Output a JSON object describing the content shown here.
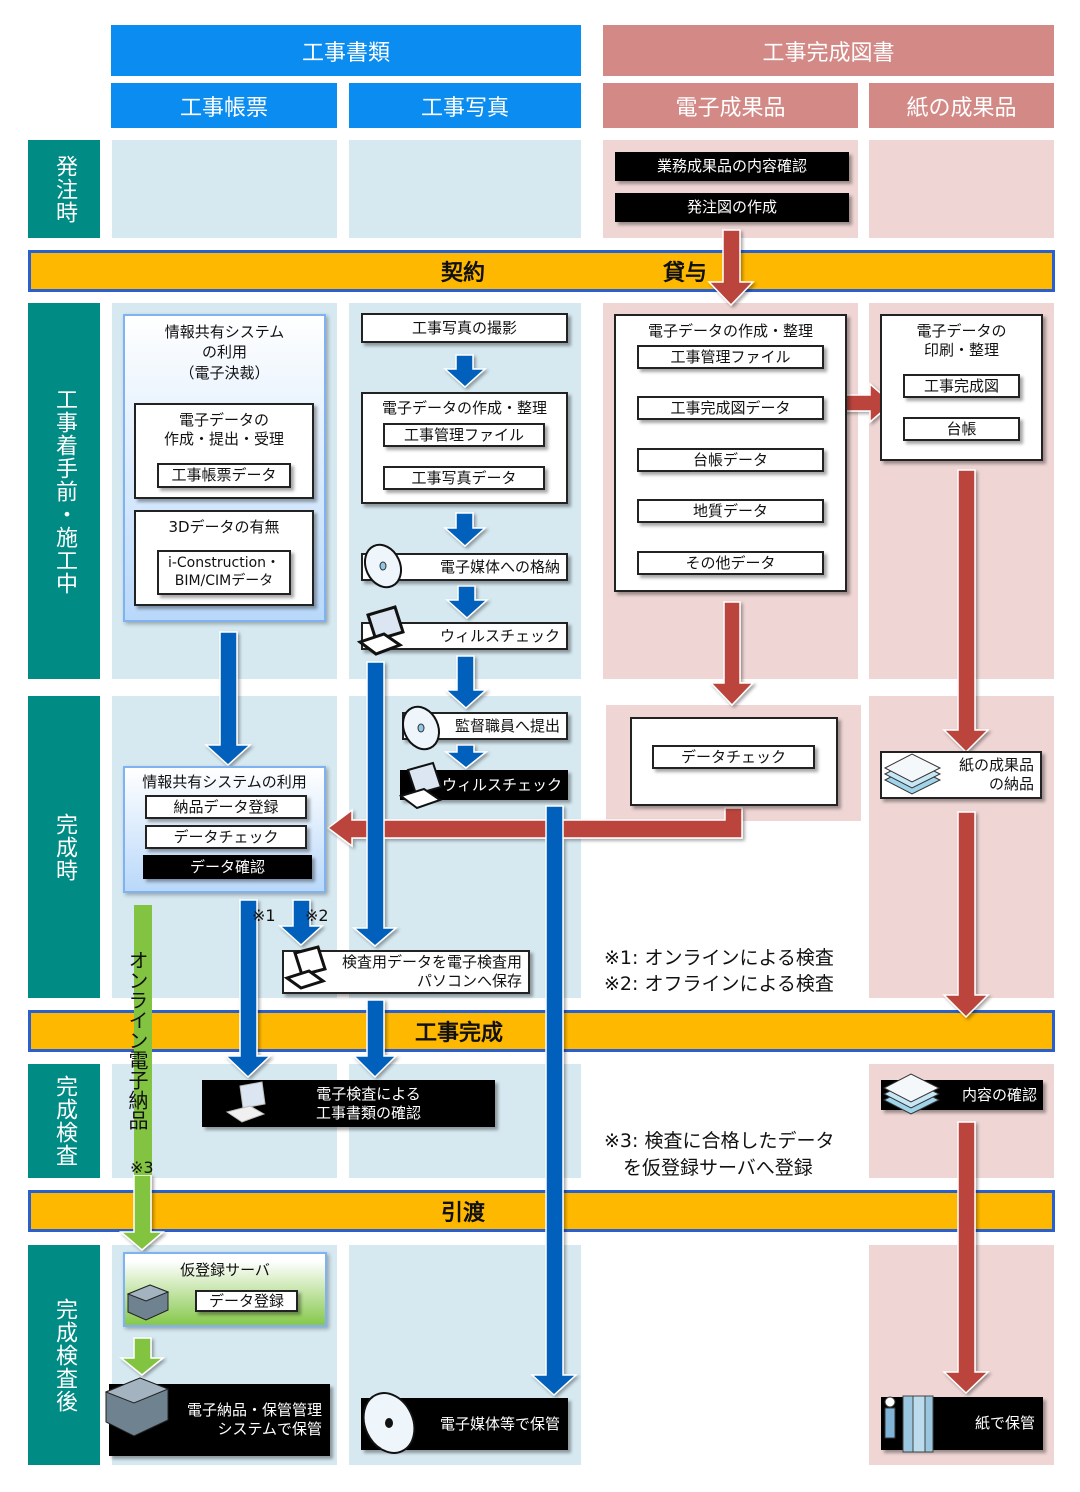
{
  "headers": {
    "koji_shorui": "工事書類",
    "koji_kansei_zusho": "工事完成図書",
    "koji_chohyo": "工事帳票",
    "koji_shashin": "工事写真",
    "denshi_seikahin": "電子成果品",
    "kami_seikahin": "紙の成果品"
  },
  "rows": {
    "hacchu": "発注時",
    "chakushu": "工事着手前・施工中",
    "kansei": "完成時",
    "kensa": "完成検査",
    "kensa_go": "完成検査後"
  },
  "bars": {
    "keiyaku": "契約",
    "taiyo": "貸与",
    "koji_kansei": "工事完成",
    "hikiwatashi": "引渡"
  },
  "hacchu": {
    "gyomu_kakunin": "業務成果品の内容確認",
    "hacchuzu": "発注図の作成"
  },
  "chohyo": {
    "system_title": "情報共有システム\nの利用\n（電子決裁）",
    "denshi_data_title": "電子データの\n作成・提出・受理",
    "chohyo_data": "工事帳票データ",
    "data3d_title": "3Dデータの有無",
    "icon_data": "i-Construction・\nBIM/CIMデータ",
    "system2_title": "情報共有システムの利用",
    "nohin_toroku": "納品データ登録",
    "data_check": "データチェック",
    "data_kakunin": "データ確認",
    "note1": "※1",
    "note2": "※2",
    "online_nohin": "オンライン電子納品",
    "note3": "※3",
    "kari_server": "仮登録サーバ",
    "data_toroku": "データ登録",
    "hokan_system": "電子納品・保管管理\nシステムで保管"
  },
  "shashin": {
    "satsuei": "工事写真の撮影",
    "sakusei_title": "電子データの作成・整理",
    "kanri_file": "工事管理ファイル",
    "shashin_data": "工事写真データ",
    "kakuno": "電子媒体への格納",
    "virus1": "ウィルスチェック",
    "teishutsu": "監督職員へ提出",
    "virus2": "ウィルスチェック",
    "kensa_pc": "検査用データを電子検査用\nパソコンへ保存",
    "denshi_kensa": "電子検査による\n工事書類の確認",
    "baitai_hokan": "電子媒体等で保管"
  },
  "denshi": {
    "sakusei_title": "電子データの作成・整理",
    "kanri_file": "工事管理ファイル",
    "kanseizu_data": "工事完成図データ",
    "daicho_data": "台帳データ",
    "chishitsu_data": "地質データ",
    "sonota_data": "その他データ",
    "data_check": "データチェック"
  },
  "kami": {
    "insatsu_title": "電子データの\n印刷・整理",
    "kanseizu": "工事完成図",
    "daicho": "台帳",
    "nohin": "紙の成果品\nの納品",
    "naiyo_kakunin": "内容の確認",
    "kami_hokan": "紙で保管"
  },
  "notes": {
    "n1": "※1: オンラインによる検査",
    "n2": "※2: オフラインによる検査",
    "n3": "※3: 検査に合格したデータ\n　を仮登録サーバへ登録"
  },
  "colors": {
    "blue_header": "#0a8cf0",
    "red_header": "#d38985",
    "row_label": "#008b84",
    "bar_fill": "#ffb800",
    "bar_border": "#2a5fd0",
    "blue_arrow": "#0060bb",
    "red_arrow": "#bb453c",
    "green_arrow": "#82c341"
  }
}
